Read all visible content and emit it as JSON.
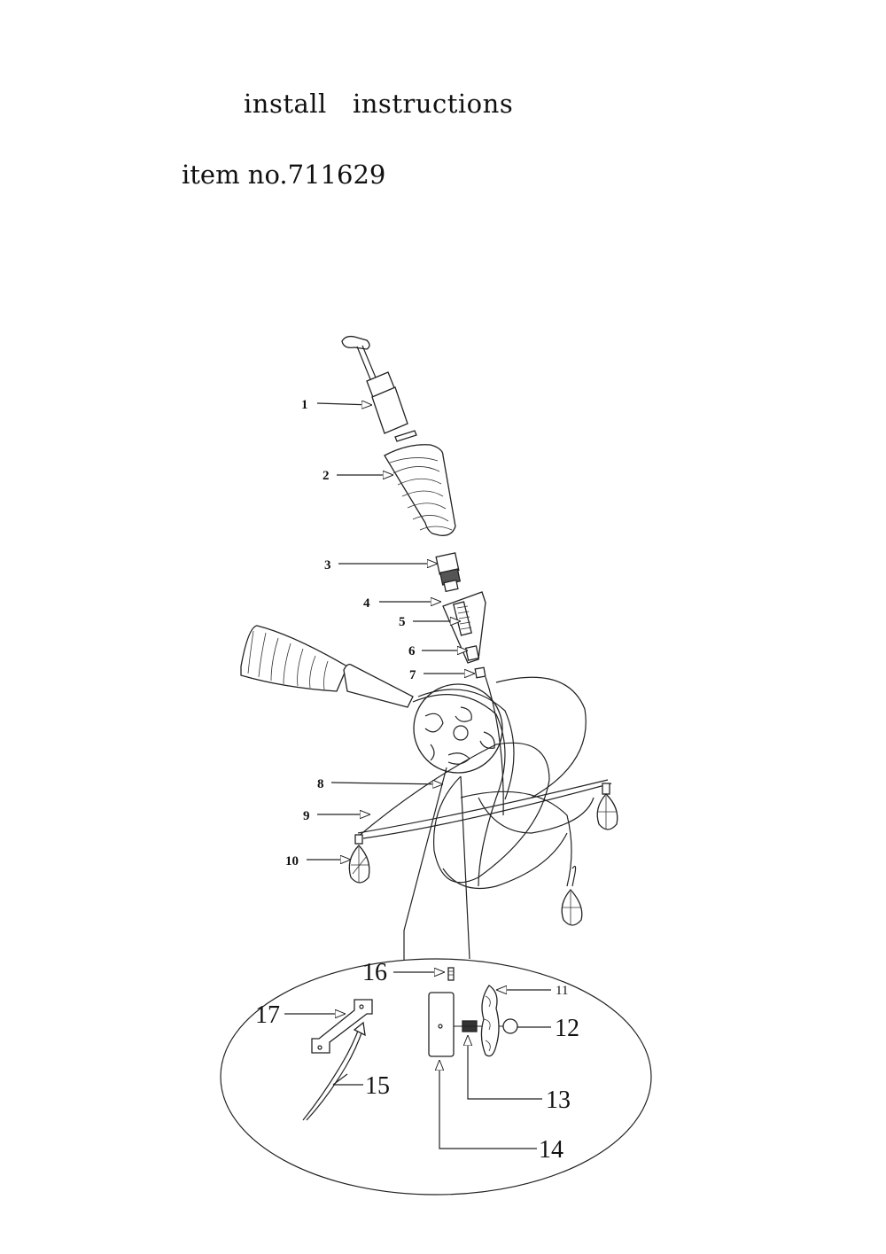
{
  "header": {
    "title": "install   instructions",
    "item_number": "item no.711629"
  },
  "callouts": [
    "1",
    "2",
    "3",
    "4",
    "5",
    "6",
    "7",
    "8",
    "9",
    "10",
    "11",
    "12",
    "13",
    "14",
    "15",
    "16",
    "17"
  ]
}
